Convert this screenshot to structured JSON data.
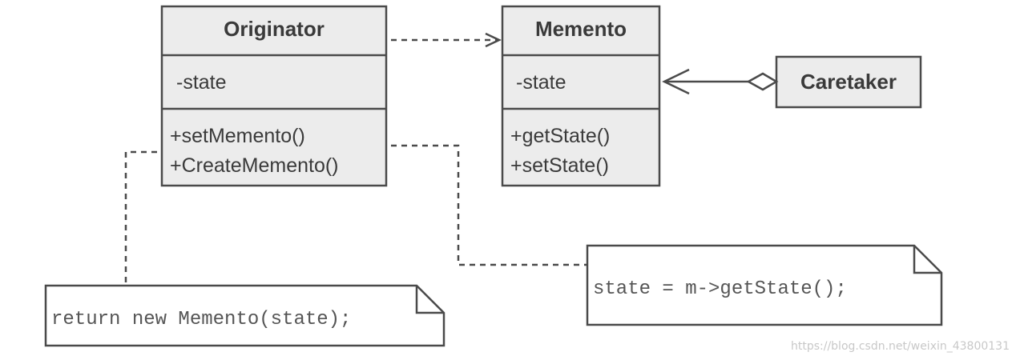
{
  "originator": {
    "name": "Originator",
    "attributes": [
      "-state"
    ],
    "operations": [
      "+setMemento()",
      "+CreateMemento()"
    ]
  },
  "memento": {
    "name": "Memento",
    "attributes": [
      "-state"
    ],
    "operations": [
      "+getState()",
      "+setState()"
    ]
  },
  "caretaker": {
    "name": "Caretaker"
  },
  "notes": {
    "create_memento": "return new Memento(state);",
    "set_memento": "state = m->getState();"
  },
  "watermark": "https://blog.csdn.net/weixin_43800131"
}
